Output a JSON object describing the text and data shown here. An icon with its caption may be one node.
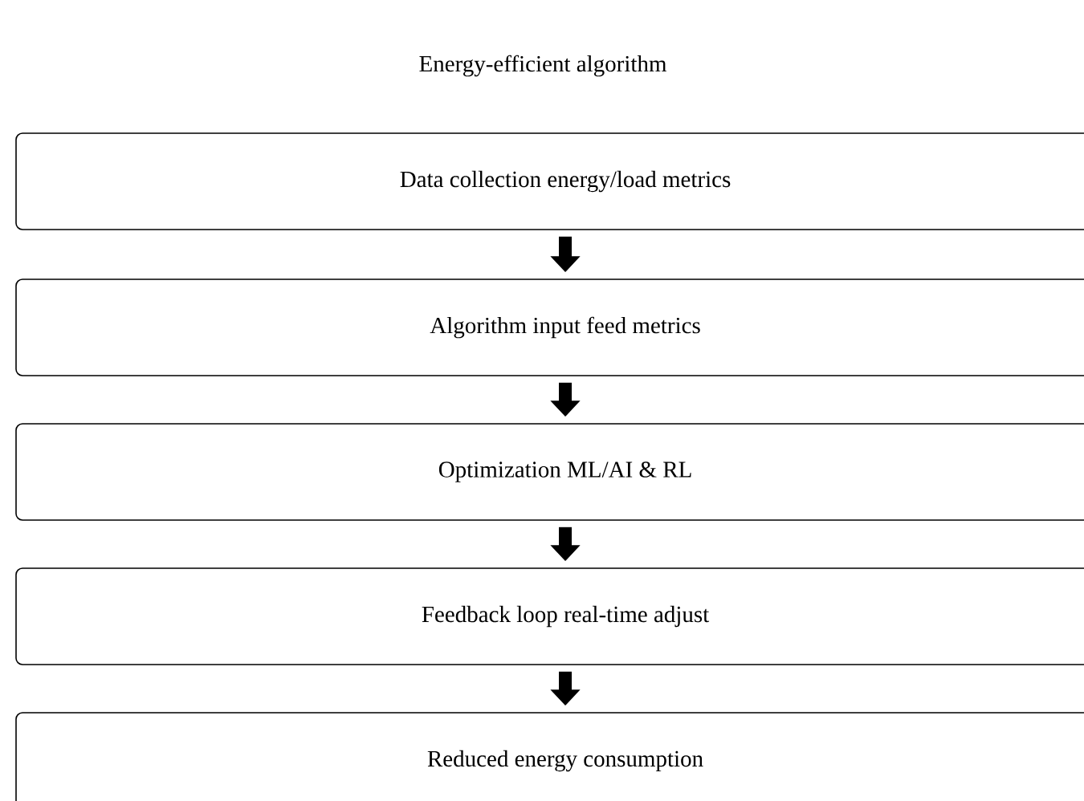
{
  "diagram": {
    "title": "Energy-efficient algorithm",
    "nodes": [
      {
        "text": [
          "Data collection energy/load metrics"
        ]
      },
      {
        "text": [
          "Algorithm input feed metrics"
        ]
      },
      {
        "text": [
          "Optimization ML/AI & RL"
        ]
      },
      {
        "text": [
          "Feedback loop real-time adjust"
        ]
      },
      {
        "text": [
          "Reduced energy consumption"
        ]
      }
    ],
    "edges": [
      {
        "from": 0,
        "to": 1,
        "arrow": "to"
      },
      {
        "from": 1,
        "to": 2,
        "arrow": "to"
      },
      {
        "from": 2,
        "to": 3,
        "arrow": "to"
      },
      {
        "from": 3,
        "to": 4,
        "arrow": "to"
      }
    ]
  }
}
